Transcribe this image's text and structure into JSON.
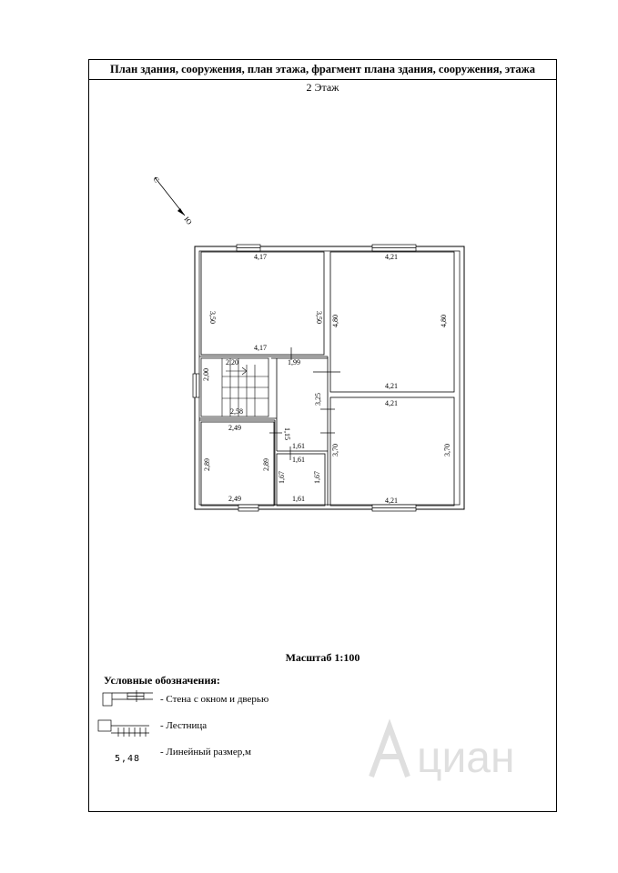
{
  "header": {
    "title": "План здания, сооружения, план этажа, фрагмент плана здания, сооружения, этажа",
    "floor": "2 Этаж"
  },
  "plan": {
    "north": {
      "n": "С",
      "s": "Ю"
    },
    "dims": {
      "r1_top": "4,17",
      "r1_bottom": "4,17",
      "r1_left": "3,50",
      "r1_right": "3,50",
      "r2_top": "4,21",
      "r2_left": "4,80",
      "r2_right": "4,80",
      "r2_bottom": "4,21",
      "r3_top": "4,21",
      "r3_bottom": "4,21",
      "r3_left": "3,70",
      "r3_right": "3,70",
      "stair_top": "2,20",
      "stair_left": "2,00",
      "stair_bottom": "2,58",
      "hall_top": "1,99",
      "hall_right": "3,25",
      "hall_small": "1,15",
      "r4_top": "2,49",
      "r4_bottom": "2,49",
      "r4_left": "2,89",
      "r4_right": "2,89",
      "bath_top1": "1,61",
      "bath_top2": "1,61",
      "bath_bottom": "1,61",
      "bath_left": "1,67",
      "bath_right": "1,67"
    }
  },
  "scale": "Масштаб 1:100",
  "legend": {
    "title": "Условные обозначения:",
    "wall": "- Стена с окном и дверью",
    "stairs": "- Лестница",
    "dimension": "- Линейный размер,м",
    "sample": "5,48"
  },
  "watermark": "циан"
}
